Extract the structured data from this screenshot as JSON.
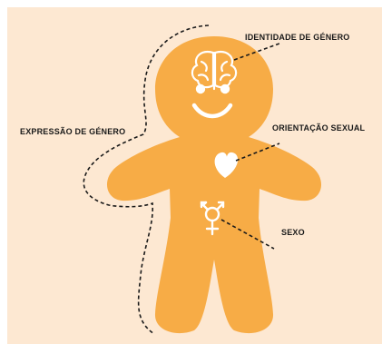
{
  "labels": {
    "gender_identity": "IDENTIDADE DE GÉNERO",
    "gender_expression": "EXPRESSÃO DE GÉNERO",
    "sexual_orientation": "ORIENTAÇÃO SEXUAL",
    "sex": "SEXO"
  },
  "colors": {
    "background": "#fde8d2",
    "figure": "#f7ac46",
    "icon": "#ffffff",
    "line": "#1a1a1a"
  },
  "icons": {
    "head": "brain-icon",
    "chest": "heart-icon",
    "pelvis": "transgender-symbol-icon"
  }
}
